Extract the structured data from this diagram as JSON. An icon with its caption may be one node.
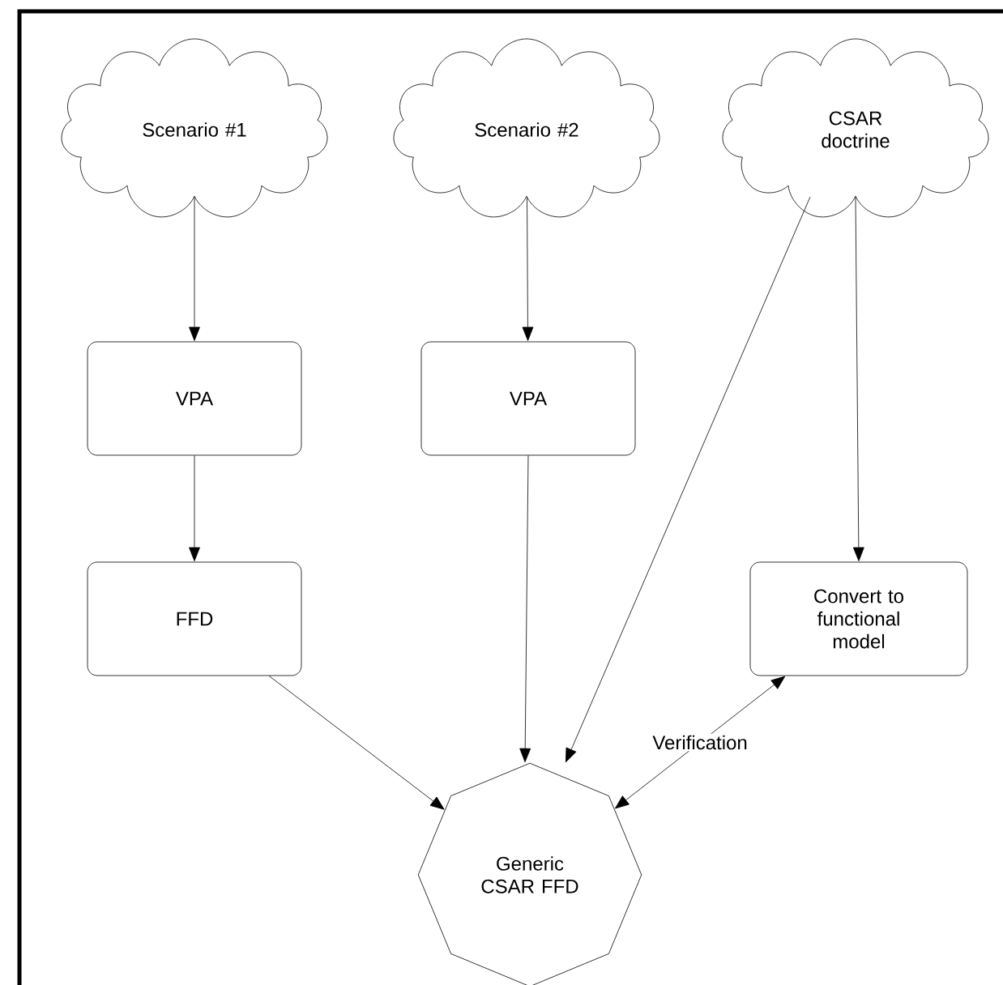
{
  "diagram": {
    "nodes": [
      {
        "text": [
          "Scenario #1"
        ]
      },
      {
        "text": [
          "Scenario #2"
        ]
      },
      {
        "text": [
          "CSAR doctrine"
        ]
      },
      {
        "text": [
          "VPA"
        ]
      },
      {
        "text": [
          "VPA"
        ]
      },
      {
        "text": [
          "FFD"
        ]
      },
      {
        "text": [
          "Convert to functional model"
        ]
      },
      {
        "text": [
          "Generic CSAR FFD"
        ]
      }
    ],
    "edges": [
      {
        "from": 0,
        "to": 3,
        "arrow": "to"
      },
      {
        "from": 1,
        "to": 4,
        "arrow": "to"
      },
      {
        "from": 2,
        "to": 6,
        "arrow": "to"
      },
      {
        "from": 3,
        "to": 5,
        "arrow": "to"
      },
      {
        "from": 5,
        "to": 7,
        "arrow": "to"
      },
      {
        "from": 4,
        "to": 7,
        "arrow": "to"
      },
      {
        "from": 2,
        "to": 7,
        "arrow": "to"
      },
      {
        "from": 6,
        "to": 7,
        "arrow": "both",
        "label": "Verification"
      }
    ]
  }
}
